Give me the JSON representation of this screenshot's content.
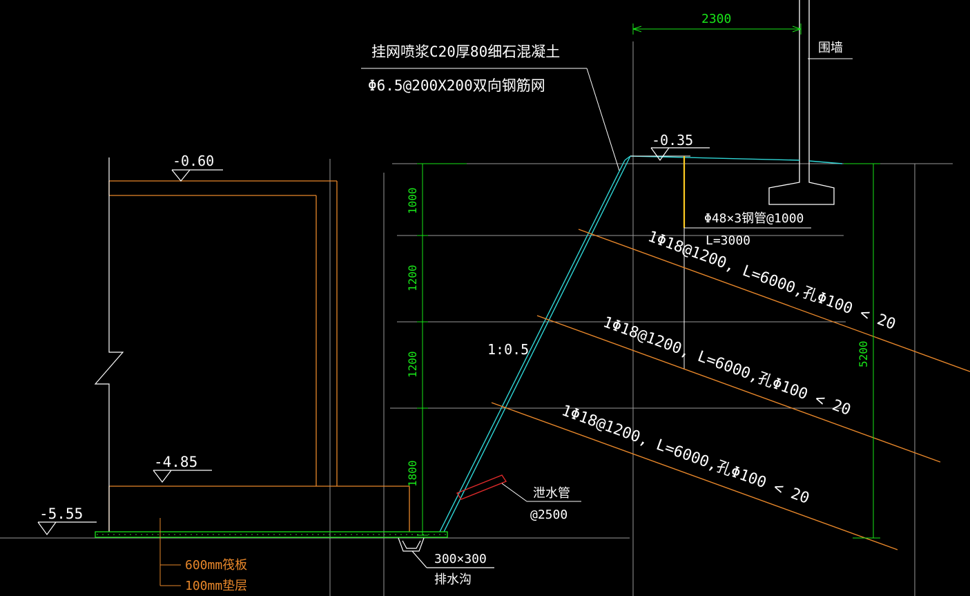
{
  "colors": {
    "background": "#000000",
    "white": "#ffffff",
    "grid": "#9a9a9a",
    "green": "#19e619",
    "cyan": "#2fd6d6",
    "orange": "#e8872a",
    "yellow": "#ffcc22",
    "red": "#e02a2a"
  },
  "labels": {
    "wall_width": "2300",
    "wall_name": "围墙",
    "shotcrete_line1": "挂网喷浆C20厚80细石混凝土",
    "shotcrete_line2": "Φ6.5@200X200双向钢筋网",
    "elev_top": "-0.35",
    "elev_basement_top": "-0.60",
    "elev_raft": "-4.85",
    "elev_bottom": "-5.55",
    "pipe_line1": "Φ48×3钢管@1000",
    "pipe_line2": "L=3000",
    "anchor_1": "1Φ18@1200, L=6000,孔Φ100 < 20",
    "anchor_2": "1Φ18@1200, L=6000,孔Φ100 < 20",
    "anchor_3": "1Φ18@1200, L=6000,孔Φ100 < 20",
    "slope_ratio": "1:0.5",
    "dim_1": "1000",
    "dim_2": "1200",
    "dim_3": "1200",
    "dim_4": "1800",
    "dim_total": "5200",
    "drain_line1": "泄水管",
    "drain_line2": "@2500",
    "ditch_line1": "300×300",
    "ditch_line2": "排水沟",
    "raft_label": "600mm筏板",
    "cushion_label": "100mm垫层"
  }
}
